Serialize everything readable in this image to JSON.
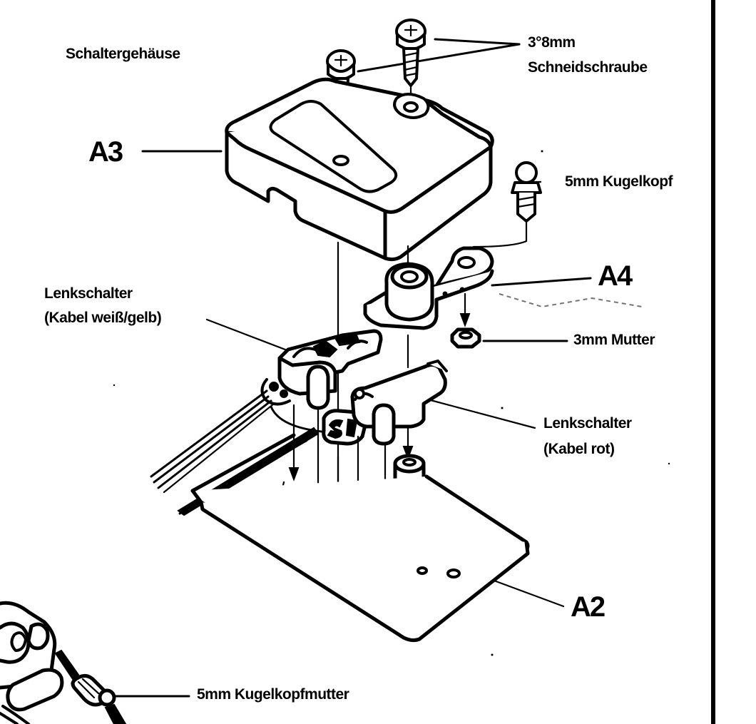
{
  "diagram": {
    "kind": "exploded assembly drawing",
    "page_border": "right vertical rule",
    "ink_color": "#000000",
    "paper_color": "#ffffff",
    "parts": {
      "a3": {
        "id": "A3",
        "name": "Schaltergehäuse"
      },
      "a4": {
        "id": "A4",
        "name": ""
      },
      "a2": {
        "id": "A2",
        "name": ""
      }
    },
    "labels": {
      "switch_housing": "Schaltergehäuse",
      "screw_size": "3°8mm",
      "screw_type": "Schneidschraube",
      "ball_head": "5mm Kugelkopf",
      "nut_3mm": "3mm Mutter",
      "steering_switch_left_1": "Lenkschalter",
      "steering_switch_left_2": "(Kabel weiß/gelb)",
      "steering_switch_right_1": "Lenkschalter",
      "steering_switch_right_2": "(Kabel rot)",
      "ball_head_nut": "5mm Kugelkopfmutter",
      "callout_a3": "A3",
      "callout_a4": "A4",
      "callout_a2": "A2"
    }
  }
}
